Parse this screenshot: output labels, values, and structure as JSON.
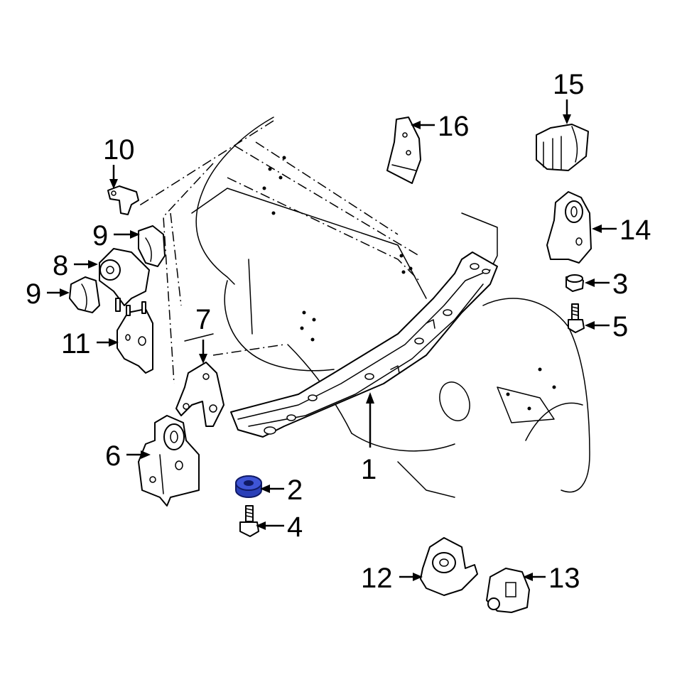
{
  "callouts": {
    "c1": "1",
    "c2": "2",
    "c3": "3",
    "c4": "4",
    "c5": "5",
    "c6": "6",
    "c7": "7",
    "c8": "8",
    "c9a": "9",
    "c9b": "9",
    "c10": "10",
    "c11": "11",
    "c12": "12",
    "c13": "13",
    "c14": "14",
    "c15": "15",
    "c16": "16"
  },
  "colors": {
    "highlight": "#2a3fb8",
    "highlight_dark": "#101a66",
    "line": "#000000",
    "background": "#ffffff"
  }
}
